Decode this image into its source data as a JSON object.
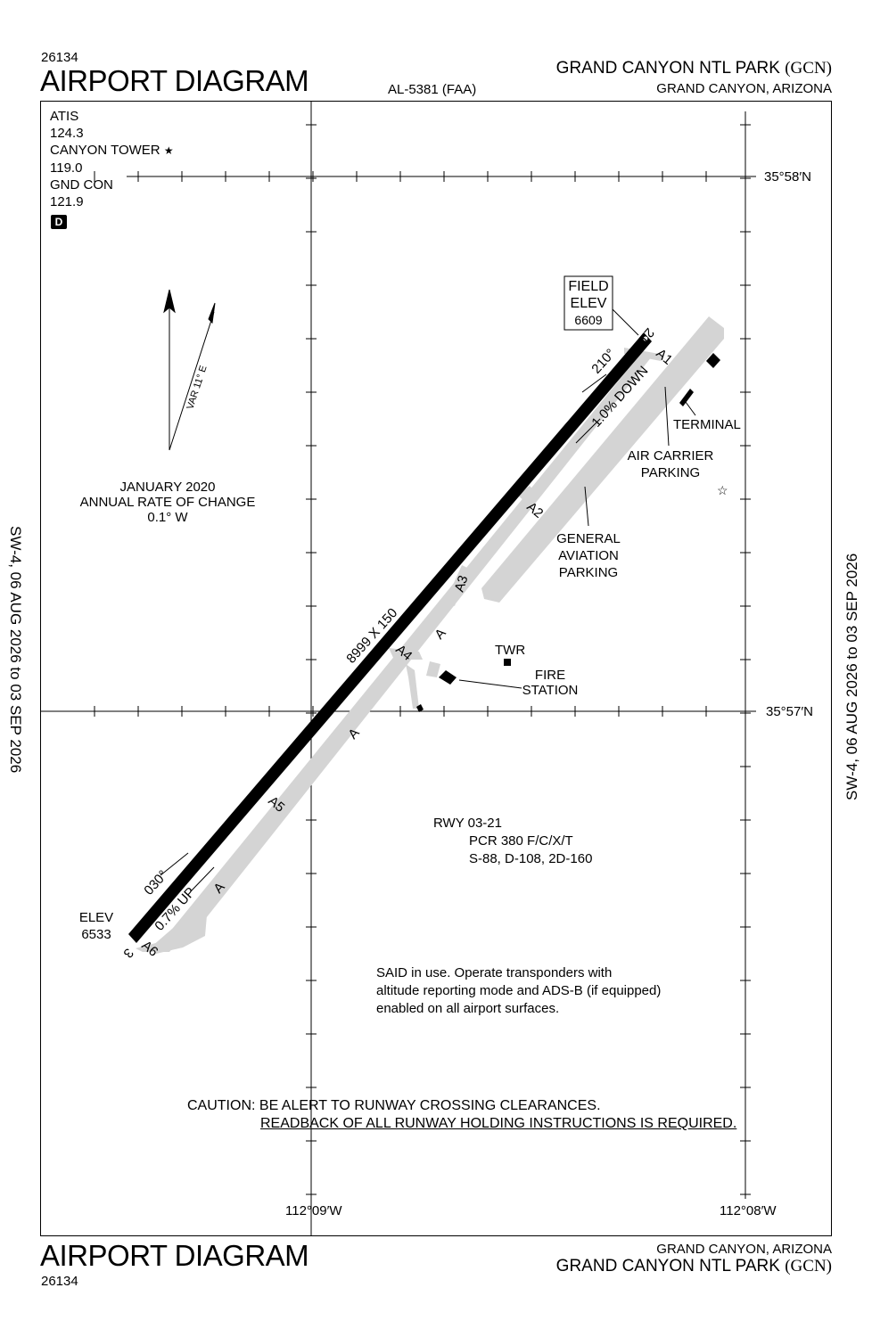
{
  "header": {
    "doc_number": "26134",
    "title": "AIRPORT DIAGRAM",
    "chart_id": "AL-5381 (FAA)",
    "airport_name": "GRAND CANYON NTL PARK",
    "airport_code": "(GCN)",
    "location": "GRAND CANYON, ARIZONA"
  },
  "footer": {
    "title": "AIRPORT DIAGRAM",
    "doc_number": "26134",
    "location": "GRAND CANYON, ARIZONA",
    "airport_name": "GRAND CANYON NTL PARK",
    "airport_code": "(GCN)"
  },
  "side_label": "SW-4, 06 AUG 2026  to  03 SEP 2026",
  "frequencies": {
    "atis_label": "ATIS",
    "atis_freq": "124.3",
    "tower_label": "CANYON TOWER",
    "tower_freq": "119.0",
    "gnd_label": "GND CON",
    "gnd_freq": "121.9",
    "d_badge": "D"
  },
  "magnetic": {
    "variation": "VAR 11° E",
    "date": "JANUARY 2020",
    "rate_label": "ANNUAL RATE OF CHANGE",
    "rate": "0.1° W"
  },
  "coordinates": {
    "lat_north": "35°58′N",
    "lat_south": "35°57′N",
    "lon_west": "112°09′W",
    "lon_east": "112°08′W"
  },
  "runway": {
    "end_north": "21",
    "end_south": "3",
    "heading_north": "210°",
    "heading_south": "030°",
    "slope_down": "1.0% DOWN",
    "slope_up": "0.7% UP",
    "dimensions": "8999 X 150",
    "field_elev_label1": "FIELD",
    "field_elev_label2": "ELEV",
    "field_elev": "6609",
    "south_elev_label": "ELEV",
    "south_elev": "6533"
  },
  "taxiways": [
    "A1",
    "A2",
    "A3",
    "A4",
    "A5",
    "A6",
    "A",
    "A",
    "A"
  ],
  "labels": {
    "terminal": "TERMINAL",
    "air_carrier_1": "AIR CARRIER",
    "air_carrier_2": "PARKING",
    "ga_1": "GENERAL",
    "ga_2": "AVIATION",
    "ga_3": "PARKING",
    "twr": "TWR",
    "fire_1": "FIRE",
    "fire_2": "STATION"
  },
  "rwy_info": {
    "rwy": "RWY 03-21",
    "pcr": "PCR 380 F/C/X/T",
    "strength": "S-88, D-108, 2D-160"
  },
  "notes": {
    "said_1": "SAID in use. Operate transponders with",
    "said_2": "altitude reporting mode and ADS-B (if equipped)",
    "said_3": "enabled on all airport surfaces.",
    "caution_1": "CAUTION: BE ALERT TO RUNWAY CROSSING CLEARANCES.",
    "caution_2": "READBACK OF ALL RUNWAY HOLDING INSTRUCTIONS IS REQUIRED."
  }
}
